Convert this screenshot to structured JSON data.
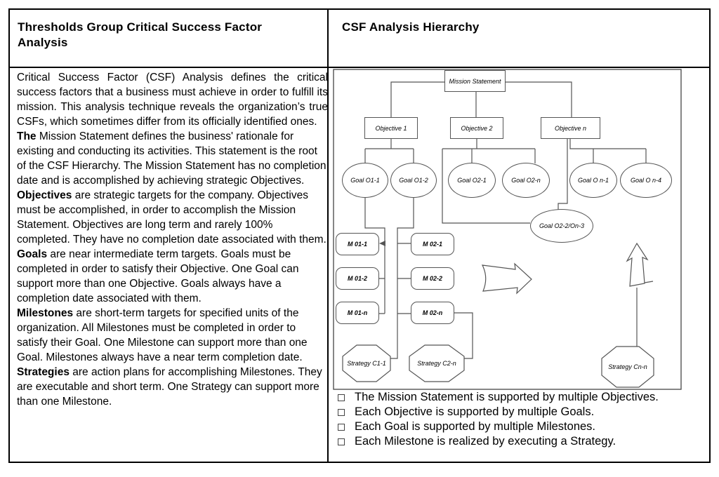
{
  "left": {
    "title": "Thresholds Group Critical Success Factor Analysis",
    "paragraphs": [
      {
        "lead": "",
        "text": "Critical Success Factor (CSF) Analysis defines the critical success factors that a business must achieve in order to fulfill its mission. This analysis technique reveals the organization’s true CSFs, which sometimes differ from its officially identified ones."
      },
      {
        "lead": "The",
        "text": " Mission Statement defines the business' rationale for existing and conducting its activities.  This statement is the root of the CSF Hierarchy.  The Mission Statement has no completion date and is accomplished by achieving strategic Objectives."
      },
      {
        "lead": "Objectives",
        "text": " are strategic targets for the company. Objectives must be accomplished, in order to accomplish the Mission Statement. Objectives are long term and rarely 100% completed.  They have no completion date associated with them."
      },
      {
        "lead": "Goals",
        "text": " are near intermediate term targets. Goals must be completed in order to satisfy their Objective.  One Goal can support more than one Objective.  Goals always have a completion date associated with them."
      },
      {
        "lead": "Milestones",
        "text": " are short-term targets for specified units of the organization. All Milestones must be completed in order to satisfy their Goal.  One Milestone can support more than one Goal.  Milestones always have a near term completion date."
      },
      {
        "lead": "Strategies",
        "text": " are action plans for accomplishing Milestones. They are executable and short term.  One Strategy can support more than one Milestone."
      }
    ]
  },
  "right": {
    "title": "CSF Analysis Hierarchy",
    "diagram": {
      "mission": "Mission Statement",
      "objectives": [
        "Objective 1",
        "Objective 2",
        "Objective n"
      ],
      "goals": [
        "Goal O1-1",
        "Goal O1-2",
        "Goal O2-1",
        "Goal O2-n",
        "Goal O n-1",
        "Goal O n-4"
      ],
      "shared_goal": "Goal O2-2/On-3",
      "milestones": [
        "M 01-1",
        "M 01-2",
        "M 01-n",
        "M 02-1",
        "M 02-2",
        "M 02-n"
      ],
      "strategies": [
        "Strategy C1-1",
        "Strategy C2-n",
        "Strategy Cn-n"
      ]
    },
    "bullets": [
      "The Mission Statement is supported by multiple Objectives.",
      "Each Objective is supported by multiple Goals.",
      "Each Goal is supported by multiple Milestones.",
      "Each Milestone is realized by executing a Strategy."
    ]
  }
}
